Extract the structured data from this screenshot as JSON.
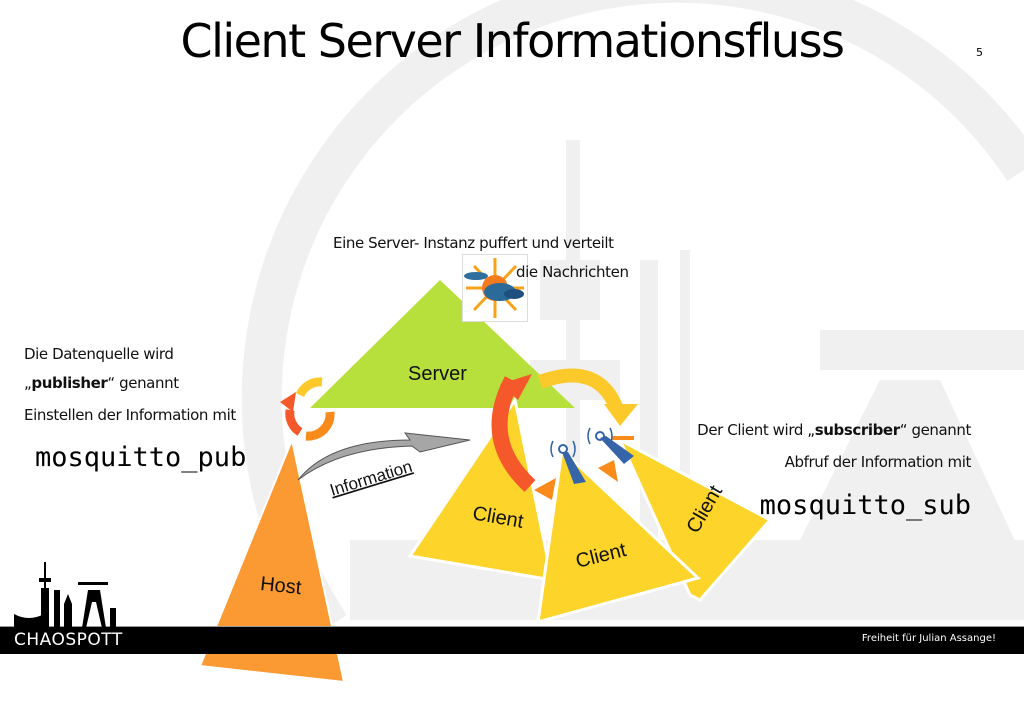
{
  "slide": {
    "title": "Client Server Informationsfluss",
    "page_number": "5"
  },
  "server_note": {
    "line1": "Eine Server- Instanz puffert und verteilt",
    "line2": "die Nachrichten",
    "icon": "weather-sun-cloud-icon"
  },
  "publisher_note": {
    "line1": "Die Datenquelle wird",
    "line2_quote_open": "„",
    "line2_bold": "publisher",
    "line2_quote_close": "“ genannt",
    "line3": "Einstellen der Information mit",
    "command": "mosquitto_pub"
  },
  "subscriber_note": {
    "line1_prefix": "Der Client wird „",
    "line1_bold": "subscriber",
    "line1_suffix": "“ genannt",
    "line2": "Abfruf der Information mit",
    "command": "mosquitto_sub"
  },
  "diagram": {
    "server_label": "Server",
    "host_label": "Host",
    "information_label": "Information",
    "client_labels": [
      "Client",
      "Client",
      "Client"
    ],
    "colors": {
      "server": "#b8e03c",
      "host": "#fb9932",
      "client": "#fcd42a",
      "arrow_red": "#f5582a",
      "arrow_yellow": "#fcc92a",
      "arrow_orange": "#f98b1a",
      "antenna": "#3565a8",
      "info_arrow": "#a6a6a6"
    }
  },
  "footer": {
    "logo_text": "CHAOSPOTT",
    "tagline": "Freiheit für Julian Assange!"
  }
}
